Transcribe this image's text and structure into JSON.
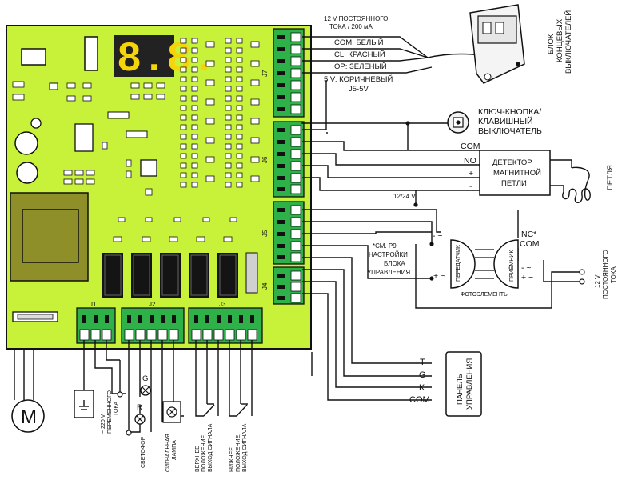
{
  "top_note": {
    "line1": "12 V ПОСТОЯННОГО",
    "line2": "ТОКА / 200 мА"
  },
  "limit_switch": {
    "wires": [
      "COM: БЕЛЫЙ",
      "CL: КРАСНЫЙ",
      "OP: ЗЕЛЕНЫЙ"
    ],
    "power_line1": "5 V: КОРИЧНЕВЫЙ",
    "power_line2": "J5-5V",
    "block_label": [
      "БЛОК",
      "КОНЦЕВЫХ",
      "ВЫКЛЮЧАТЕЛЕЙ"
    ]
  },
  "key_switch": {
    "label": [
      "КЛЮЧ-КНОПКА/",
      "КЛАВИШНЫЙ",
      "ВЫКЛЮЧАТЕЛЬ"
    ]
  },
  "detector": {
    "label": [
      "ДЕТЕКТОР",
      "МАГНИТНОЙ",
      "ПЕТЛИ"
    ],
    "terminals": [
      "COM",
      "NO",
      "+",
      "-"
    ],
    "supply": "12/24 V",
    "loop": "ПЕТЛЯ"
  },
  "photocells": {
    "note": [
      "*СМ. P9",
      "НАСТРОЙКИ",
      "БЛОКА",
      "УПРАВЛЕНИЯ"
    ],
    "transmitter": "ПЕРЕДАТЧИК",
    "receiver": "ПРИЁМНИК",
    "nc": "NC*",
    "com": "COM",
    "caption": "ФОТОЭЛЕМЕНТЫ",
    "tx_minus": "- ~",
    "tx_plus": "+ ~",
    "rx_minus": "- ~",
    "rx_plus": "+ ~",
    "power": [
      "12 V",
      "ПОСТОЯННОГО",
      "ТОКА"
    ]
  },
  "control_panel": {
    "terminals": [
      "T",
      "G",
      "K",
      "COM"
    ],
    "label": [
      "ПАНЕЛЬ",
      "УПРАВЛЕНИЯ"
    ]
  },
  "board": {
    "connectors_right": [
      "J7",
      "J6",
      "J5",
      "J4"
    ],
    "connectors_bottom": [
      "J1",
      "J2",
      "J3"
    ],
    "display": "8.8."
  },
  "bottom": {
    "motor": "M",
    "ac_supply": [
      "~ 220 V",
      "ПЕРЕМЕННОГО",
      "ТОКА"
    ],
    "lamp_g": "G",
    "lamp_r": "R",
    "traffic_light": "СВЕТОФОР",
    "signal_lamp": [
      "СИГНАЛЬНАЯ",
      "ЛАМПА"
    ],
    "upper_pos": [
      "ВЕРХНЕЕ",
      "ПОЛОЖЕНИЕ,",
      "ВЫХОД СИГНАЛА"
    ],
    "lower_pos": [
      "НИЖНЕЕ",
      "ПОЛОЖЕНИЕ,",
      "ВЫХОД СИГНАЛА"
    ]
  },
  "colors": {
    "board": "#c8f23a",
    "display": "#f5d40a",
    "display_bg": "#222222",
    "terminal": "#2fb14a",
    "relay": "#141414",
    "transformer": "#8f8f2a"
  }
}
